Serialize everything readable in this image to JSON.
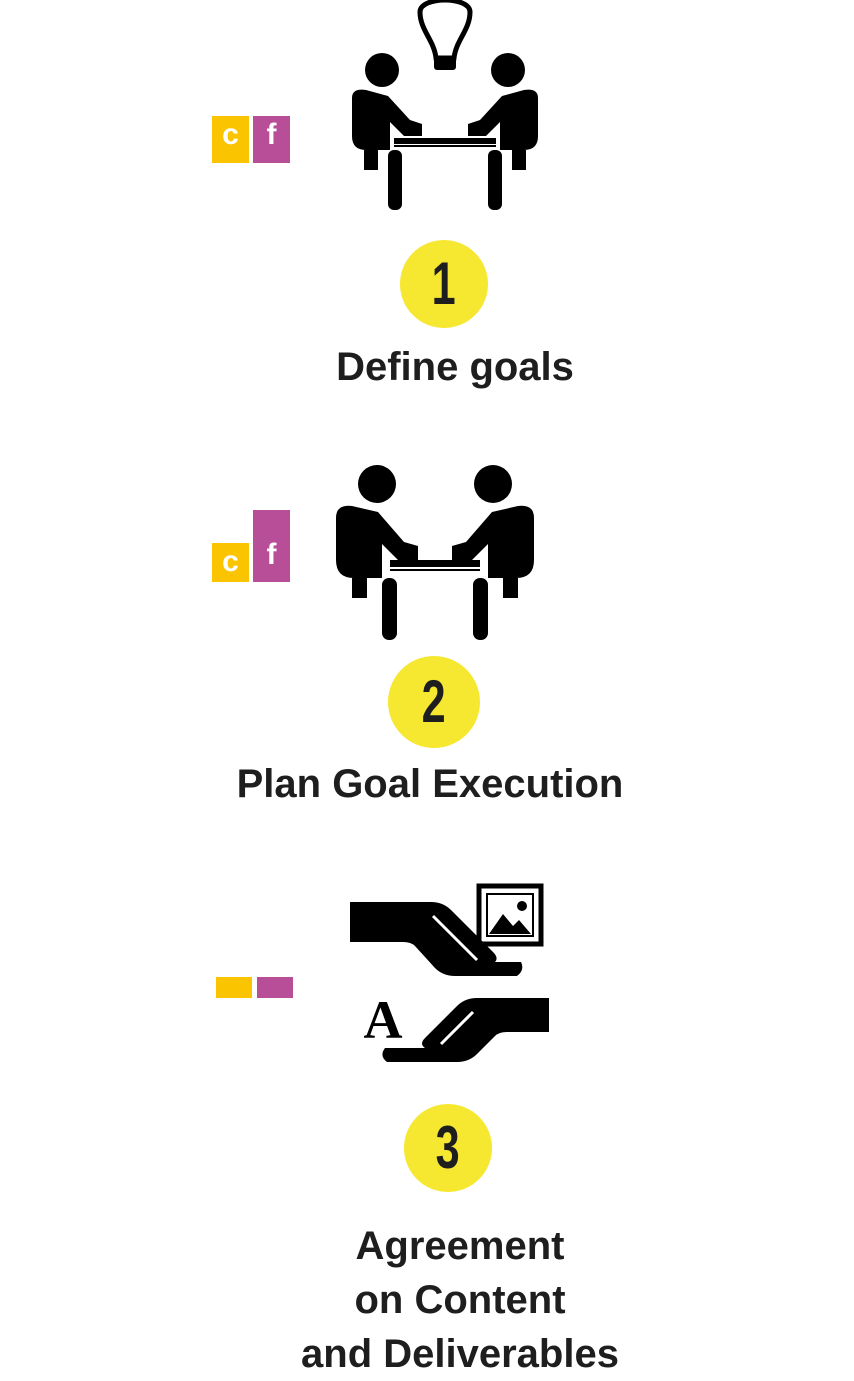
{
  "steps": [
    {
      "number": "1",
      "title": "Define goals",
      "tag_left": "c",
      "tag_right": "f"
    },
    {
      "number": "2",
      "title": "Plan Goal Execution",
      "tag_left": "c",
      "tag_right": "f"
    },
    {
      "number": "3",
      "title_lines": [
        "Agreement",
        "on Content",
        "and Deliverables"
      ],
      "tag_left": "",
      "tag_right": "",
      "icon_letter": "A"
    }
  ],
  "colors": {
    "yellow_tag": "#fbc400",
    "magenta_tag": "#b84d98",
    "number_circle": "#f6e730",
    "text": "#1e1e1e",
    "icon": "#000000"
  },
  "icons": [
    "meeting-with-lightbulb-icon",
    "meeting-icon",
    "exchange-hands-icon"
  ]
}
